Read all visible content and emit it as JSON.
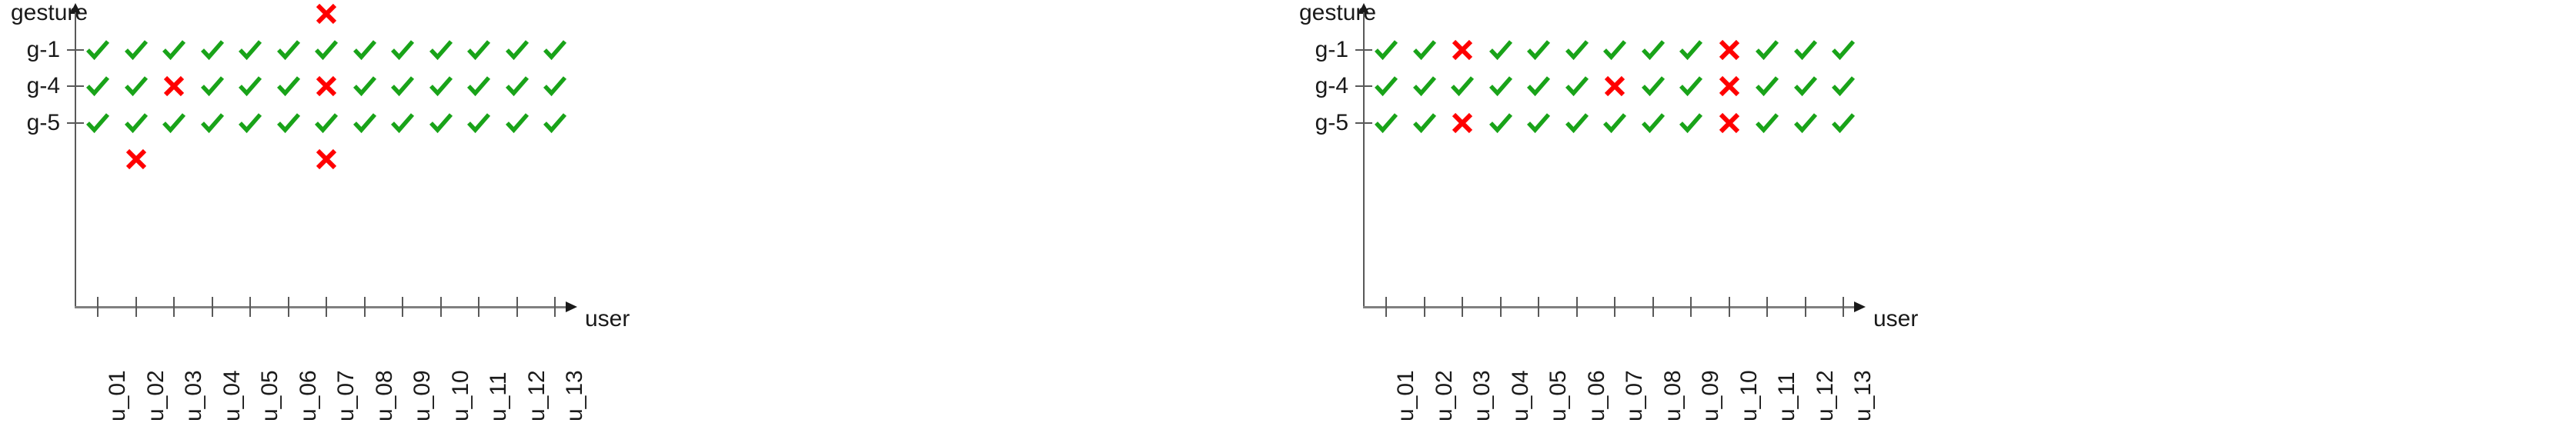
{
  "chart_data": [
    {
      "type": "heatmap",
      "panel": "left",
      "title": "",
      "xlabel": "user",
      "ylabel": "gesture",
      "categories": [
        "u_01",
        "u_02",
        "u_03",
        "u_04",
        "u_05",
        "u_06",
        "u_07",
        "u_08",
        "u_09",
        "u_10",
        "u_11",
        "u_12",
        "u_13"
      ],
      "rows": [
        "g-1",
        "g-4",
        "g-5"
      ],
      "legend": [],
      "grid": false,
      "marks": [
        {
          "row": "g-1",
          "offset": 0,
          "values": [
            "check",
            "check",
            "check",
            "check",
            "check",
            "check",
            "check",
            "check",
            "check",
            "check",
            "check",
            "check",
            "check"
          ]
        },
        {
          "row": "g-1",
          "offset": -1,
          "values": [
            "",
            "",
            "",
            "",
            "",
            "",
            "cross",
            "",
            "",
            "",
            "",
            "",
            ""
          ]
        },
        {
          "row": "g-4",
          "offset": 0,
          "values": [
            "check",
            "check",
            "cross",
            "check",
            "check",
            "check",
            "cross",
            "check",
            "check",
            "check",
            "check",
            "check",
            "check"
          ]
        },
        {
          "row": "g-5",
          "offset": 0,
          "values": [
            "check",
            "check",
            "check",
            "check",
            "check",
            "check",
            "check",
            "check",
            "check",
            "check",
            "check",
            "check",
            "check"
          ]
        },
        {
          "row": "g-5",
          "offset": 1,
          "values": [
            "",
            "cross",
            "",
            "",
            "",
            "",
            "cross",
            "",
            "",
            "",
            "",
            "",
            ""
          ]
        }
      ]
    },
    {
      "type": "heatmap",
      "panel": "right",
      "title": "",
      "xlabel": "user",
      "ylabel": "gesture",
      "categories": [
        "u_01",
        "u_02",
        "u_03",
        "u_04",
        "u_05",
        "u_06",
        "u_07",
        "u_08",
        "u_09",
        "u_10",
        "u_11",
        "u_12",
        "u_13"
      ],
      "rows": [
        "g-1",
        "g-4",
        "g-5"
      ],
      "legend": [],
      "grid": false,
      "marks": [
        {
          "row": "g-1",
          "offset": 0,
          "values": [
            "check",
            "check",
            "cross",
            "check",
            "check",
            "check",
            "check",
            "check",
            "check",
            "cross",
            "check",
            "check",
            "check"
          ]
        },
        {
          "row": "g-4",
          "offset": 0,
          "values": [
            "check",
            "check",
            "check",
            "check",
            "check",
            "check",
            "cross",
            "check",
            "check",
            "cross",
            "check",
            "check",
            "check"
          ]
        },
        {
          "row": "g-5",
          "offset": 0,
          "values": [
            "check",
            "check",
            "cross",
            "check",
            "check",
            "check",
            "check",
            "check",
            "check",
            "cross",
            "check",
            "check",
            "check"
          ]
        }
      ]
    }
  ],
  "colors": {
    "check": "#19a319",
    "cross": "#ff0000",
    "axis": "#808080",
    "text": "#1a1a1a"
  },
  "icons": {
    "check": "check-mark-icon",
    "cross": "cross-mark-icon",
    "y_arrow": "axis-arrow-up-icon",
    "x_arrow": "axis-arrow-right-icon"
  },
  "panels": [
    {
      "name": "left-chart",
      "ylabel": "gesture",
      "xlabel": "user",
      "ytick_labels": [
        "g-1",
        "g-4",
        "g-5"
      ],
      "xtick_labels": [
        "u_01",
        "u_02",
        "u_03",
        "u_04",
        "u_05",
        "u_06",
        "u_07",
        "u_08",
        "u_09",
        "u_10",
        "u_11",
        "u_12",
        "u_13"
      ]
    },
    {
      "name": "right-chart",
      "ylabel": "gesture",
      "xlabel": "user",
      "ytick_labels": [
        "g-1",
        "g-4",
        "g-5"
      ],
      "xtick_labels": [
        "u_01",
        "u_02",
        "u_03",
        "u_04",
        "u_05",
        "u_06",
        "u_07",
        "u_08",
        "u_09",
        "u_10",
        "u_11",
        "u_12",
        "u_13"
      ]
    }
  ]
}
